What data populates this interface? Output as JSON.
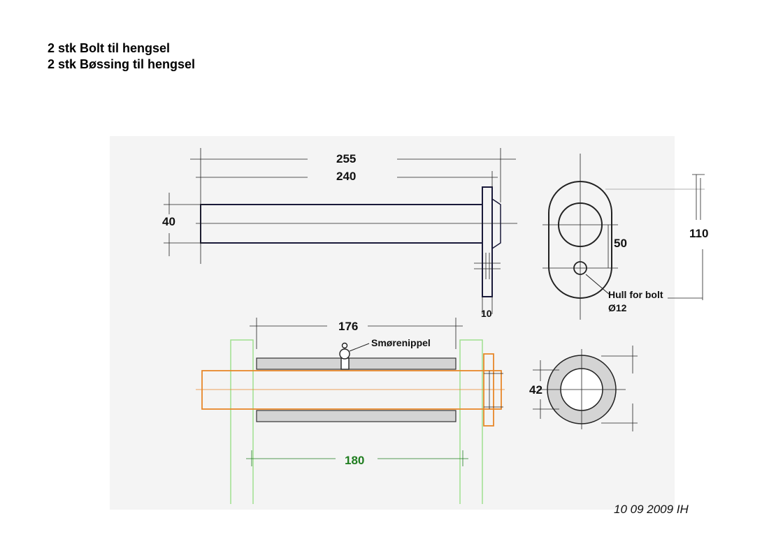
{
  "header": {
    "line1": "2 stk Bolt til hengsel",
    "line2": "2 stk Bøssing til hengsel"
  },
  "bolt": {
    "dim_total_length": "255",
    "dim_shaft_length": "240",
    "dim_shaft_diameter": "40",
    "dim_plate_thickness": "10",
    "dim_hole_spacing": "50",
    "dim_plate_height": "110",
    "hole_note": "Hull for bolt",
    "hole_size": "Ø12"
  },
  "bushing": {
    "dim_sleeve_length": "176",
    "dim_span": "180",
    "dim_outer_diameter": "42",
    "nipple_label": "Smørenippel"
  },
  "signature": "10 09 2009 IH",
  "colors": {
    "bolt_outline": "#1a1a3a",
    "bushing_bolt": "#e8872a",
    "support_frame": "#9ee08e",
    "span_dimension": "#1f7d1f",
    "bushing_fill": "#d4d4d4"
  }
}
